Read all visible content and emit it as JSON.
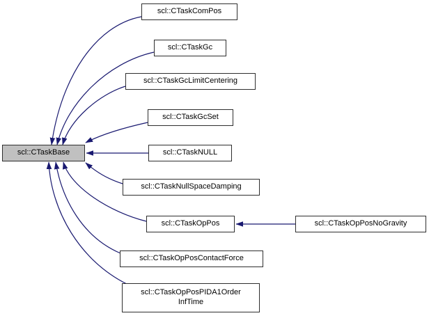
{
  "diagram": {
    "type": "class-inheritance-graph",
    "base_class": "scl::CTaskBase",
    "colors": {
      "background": "#ffffff",
      "edge": "#191970",
      "node_border": "#2e2e2e",
      "node_fill": "#ffffff",
      "base_node_fill": "#c0c0c0",
      "text": "#000000"
    },
    "nodes": [
      {
        "id": "ctaskbase",
        "label": "scl::CTaskBase",
        "selected": true
      },
      {
        "id": "ctaskcompos",
        "label": "scl::CTaskComPos"
      },
      {
        "id": "ctaskgc",
        "label": "scl::CTaskGc"
      },
      {
        "id": "ctaskgclimitcentering",
        "label": "scl::CTaskGcLimitCentering"
      },
      {
        "id": "ctaskgcset",
        "label": "scl::CTaskGcSet"
      },
      {
        "id": "ctasknull",
        "label": "scl::CTaskNULL"
      },
      {
        "id": "ctasknullspacedamping",
        "label": "scl::CTaskNullSpaceDamping"
      },
      {
        "id": "ctaskoppos",
        "label": "scl::CTaskOpPos"
      },
      {
        "id": "ctaskopposnogravity",
        "label": "scl::CTaskOpPosNoGravity"
      },
      {
        "id": "ctaskopposcontactforce",
        "label": "scl::CTaskOpPosContactForce"
      },
      {
        "id": "ctaskopposPIDA1orderinftime",
        "label": "scl::CTaskOpPosPIDA1Order\nInfTime"
      }
    ],
    "edges": [
      {
        "from": "scl::CTaskComPos",
        "to": "scl::CTaskBase",
        "relation": "inherits"
      },
      {
        "from": "scl::CTaskGc",
        "to": "scl::CTaskBase",
        "relation": "inherits"
      },
      {
        "from": "scl::CTaskGcLimitCentering",
        "to": "scl::CTaskBase",
        "relation": "inherits"
      },
      {
        "from": "scl::CTaskGcSet",
        "to": "scl::CTaskBase",
        "relation": "inherits"
      },
      {
        "from": "scl::CTaskNULL",
        "to": "scl::CTaskBase",
        "relation": "inherits"
      },
      {
        "from": "scl::CTaskNullSpaceDamping",
        "to": "scl::CTaskBase",
        "relation": "inherits"
      },
      {
        "from": "scl::CTaskOpPos",
        "to": "scl::CTaskBase",
        "relation": "inherits"
      },
      {
        "from": "scl::CTaskOpPosNoGravity",
        "to": "scl::CTaskOpPos",
        "relation": "inherits"
      },
      {
        "from": "scl::CTaskOpPosContactForce",
        "to": "scl::CTaskBase",
        "relation": "inherits"
      },
      {
        "from": "scl::CTaskOpPosPIDA1OrderInfTime",
        "to": "scl::CTaskBase",
        "relation": "inherits"
      }
    ]
  }
}
